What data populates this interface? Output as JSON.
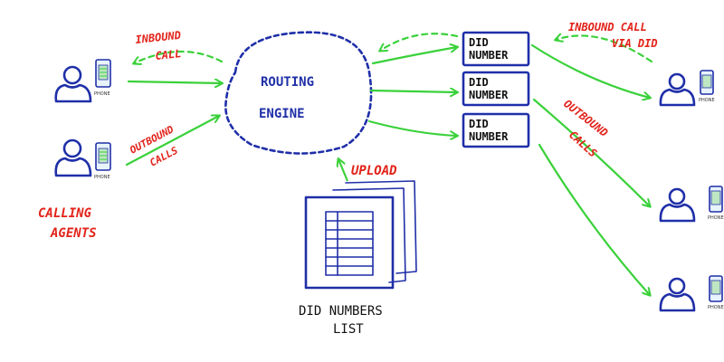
{
  "labels": {
    "inbound_call_left_1": "INBOUND",
    "inbound_call_left_2": "CALL",
    "outbound_calls_left_1": "OUTBOUND",
    "outbound_calls_left_2": "CALLS",
    "calling_agents_1": "CALLING",
    "calling_agents_2": "AGENTS",
    "routing_engine_1": "ROUTING",
    "routing_engine_2": "ENGINE",
    "upload": "UPLOAD",
    "did_list_1": "DID NUMBERS",
    "did_list_2": "LIST",
    "inbound_via_did_1": "INBOUND CALL",
    "inbound_via_did_2": "VIA DID",
    "outbound_calls_right_1": "OUTBOUND",
    "outbound_calls_right_2": "CALLS",
    "phone": "PHONE"
  },
  "did_boxes": [
    {
      "line1": "DID",
      "line2": "NUMBER"
    },
    {
      "line1": "DID",
      "line2": "NUMBER"
    },
    {
      "line1": "DID",
      "line2": "NUMBER"
    }
  ],
  "colors": {
    "ink_blue": "#1f2fa8",
    "arrow_green": "#3ad13a",
    "label_red": "#e2231a"
  }
}
